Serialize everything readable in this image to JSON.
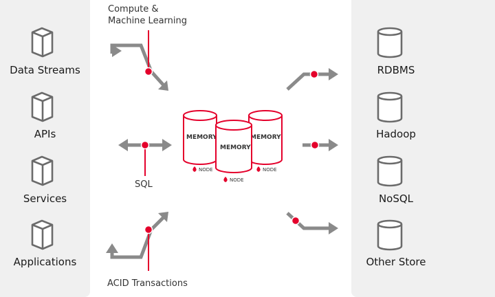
{
  "sources": [
    {
      "label": "Data Streams"
    },
    {
      "label": "APIs"
    },
    {
      "label": "Services"
    },
    {
      "label": "Applications"
    }
  ],
  "stores": [
    {
      "label": "RDBMS"
    },
    {
      "label": "Hadoop"
    },
    {
      "label": "NoSQL"
    },
    {
      "label": "Other Store"
    }
  ],
  "workloads": {
    "compute_line1": "Compute &",
    "compute_line2": "Machine Learning",
    "sql": "SQL",
    "acid": "ACID Transactions"
  },
  "cluster": {
    "memory_label": "MEMORY",
    "node_label": "NODE"
  },
  "colors": {
    "panel": "#f0f0f0",
    "accent": "#e4002b",
    "arrow": "#888888",
    "outline": "#6b6b6b"
  }
}
